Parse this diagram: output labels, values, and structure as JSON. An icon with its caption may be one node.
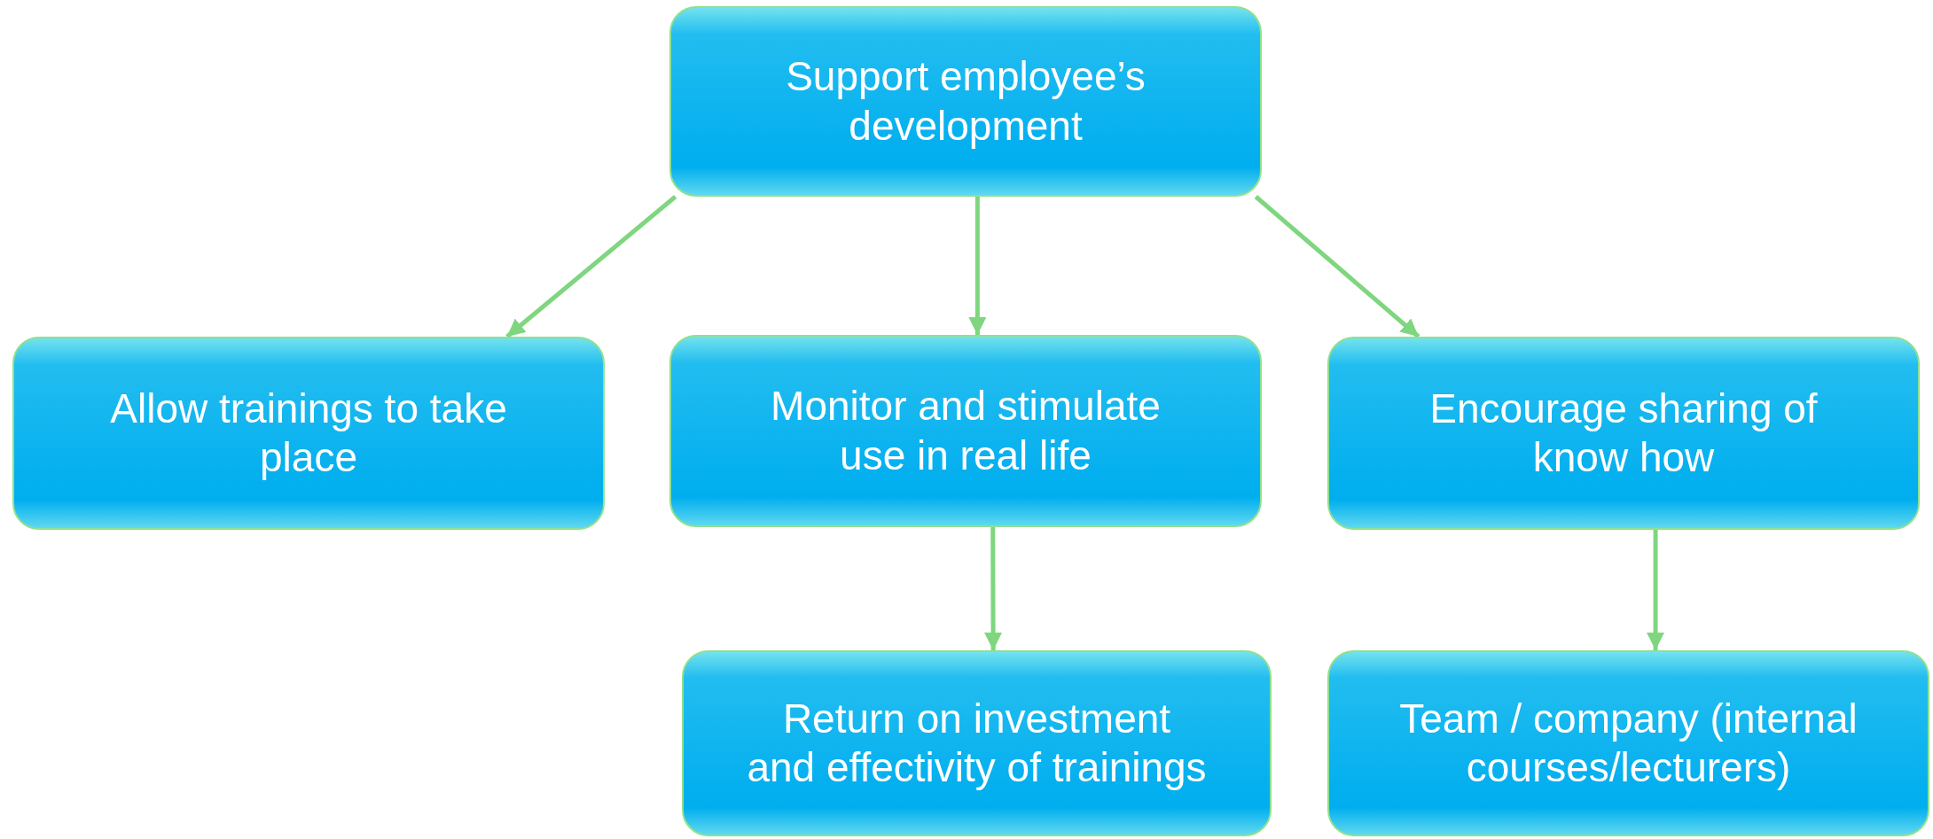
{
  "diagram": {
    "nodes": [
      {
        "text": [
          "Support employee’s development"
        ]
      },
      {
        "text": [
          "Allow trainings to take place"
        ]
      },
      {
        "text": [
          "Monitor and stimulate use in real life"
        ]
      },
      {
        "text": [
          "Encourage sharing of know how"
        ]
      },
      {
        "text": [
          "Return on investment and effectivity of trainings"
        ]
      },
      {
        "text": [
          "Team / company (internal courses/lecturers)"
        ]
      }
    ],
    "edges": [
      {
        "from": 0,
        "to": 1,
        "arrow": "to"
      },
      {
        "from": 0,
        "to": 2,
        "arrow": "to"
      },
      {
        "from": 0,
        "to": 3,
        "arrow": "to"
      },
      {
        "from": 2,
        "to": 4,
        "arrow": "to"
      },
      {
        "from": 3,
        "to": 5,
        "arrow": "to"
      }
    ]
  }
}
